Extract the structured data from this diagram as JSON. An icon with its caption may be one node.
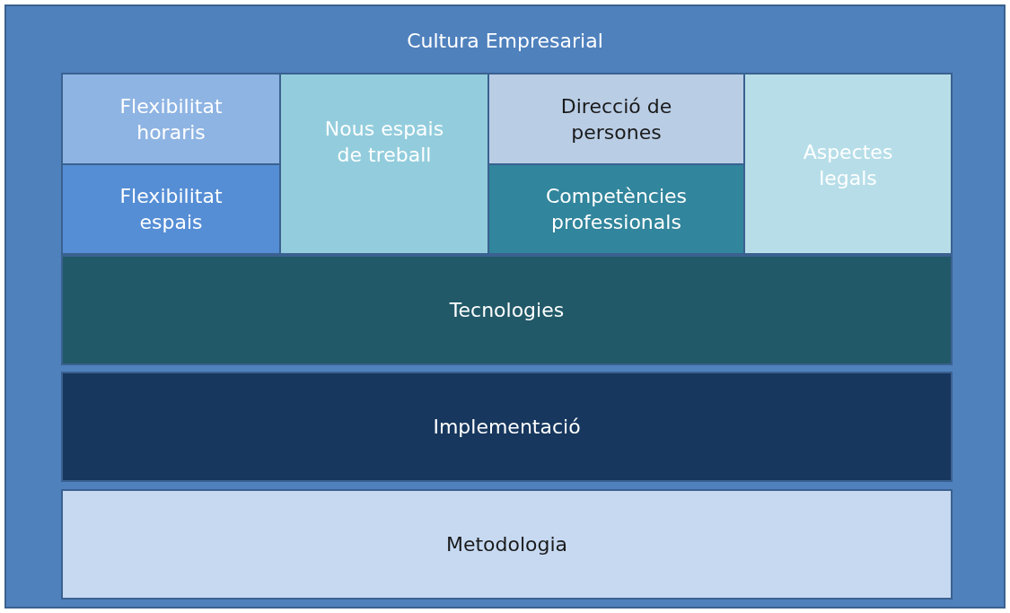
{
  "diagram": {
    "nodes": [
      {
        "text": [
          "Cultura Empresarial"
        ]
      },
      {
        "text": [
          "Flexibilitat horaris"
        ],
        "in": 0
      },
      {
        "text": [
          "Flexibilitat espais"
        ],
        "in": 0
      },
      {
        "text": [
          "Nous espais de treball"
        ],
        "in": 0
      },
      {
        "text": [
          "Direcció de persones"
        ],
        "in": 0
      },
      {
        "text": [
          "Competències professionals"
        ],
        "in": 0
      },
      {
        "text": [
          "Aspectes legals"
        ],
        "in": 0
      },
      {
        "text": [
          "Tecnologies"
        ],
        "in": 0
      },
      {
        "text": [
          "Implementació"
        ],
        "in": 0
      },
      {
        "text": [
          "Metodologia"
        ],
        "in": 0
      }
    ]
  }
}
